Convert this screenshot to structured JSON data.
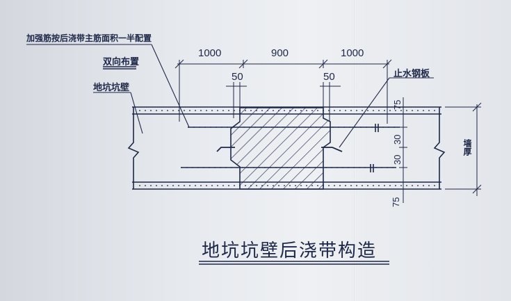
{
  "labels": {
    "reinforcing_note": "加强筋按后浇带主筋面积一半配置",
    "bidirectional": "双向布置",
    "pit_wall": "地坑坑壁",
    "waterstop_plate": "止水钢板",
    "wall_thickness": "墙厚"
  },
  "dimensions": {
    "top_left": "1000",
    "top_middle": "900",
    "top_right": "1000",
    "inner_left": "50",
    "inner_right": "50",
    "cover_top": "75",
    "spacing_a": "30",
    "spacing_b": "30",
    "cover_bottom": "75"
  },
  "title": "地坑坑壁后浇带构造",
  "colors": {
    "ink": "#1d2748",
    "paper": "#e6e9ee"
  }
}
